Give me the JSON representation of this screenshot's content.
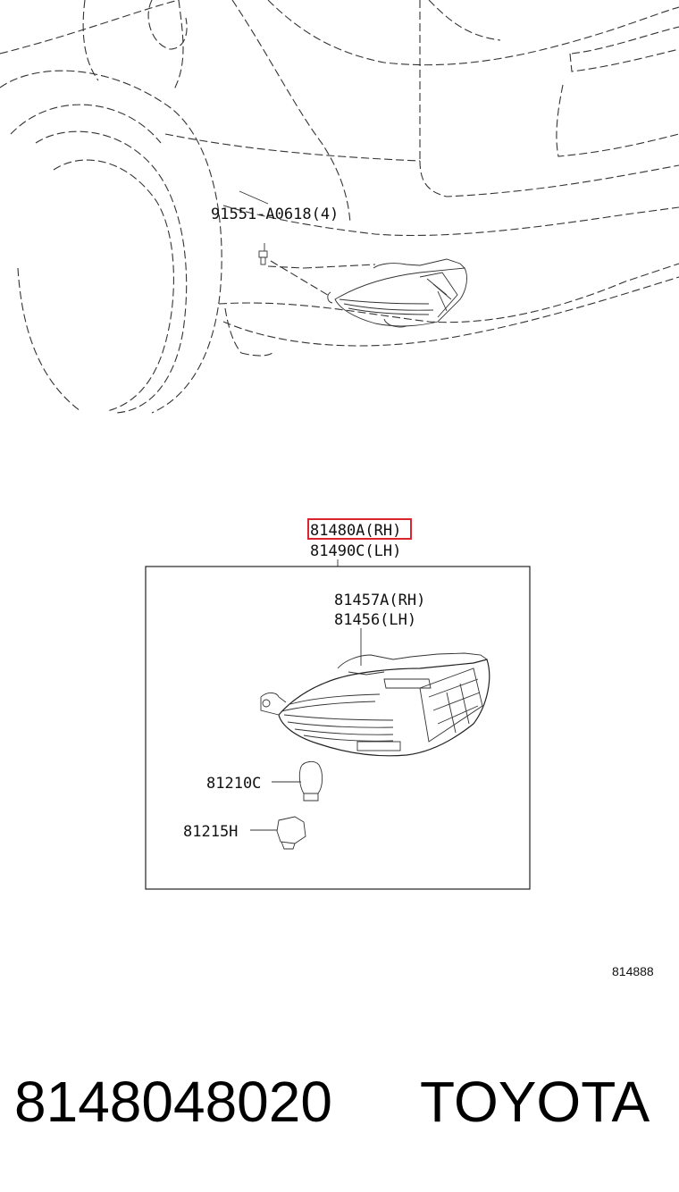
{
  "labels": {
    "bolt_part": "91551-A0618(4)",
    "assembly_rh": "81480A(RH)",
    "assembly_lh": "81490C(LH)",
    "lens_rh": "81457A(RH)",
    "lens_lh": "81456(LH)",
    "bulb": "81210C",
    "socket": "81215H",
    "diagram_code": "814888"
  },
  "highlight": {
    "target": "81480A(RH)",
    "color": "#d9252e"
  },
  "footer": {
    "part_number": "8148048020",
    "brand": "TOYOTA"
  }
}
